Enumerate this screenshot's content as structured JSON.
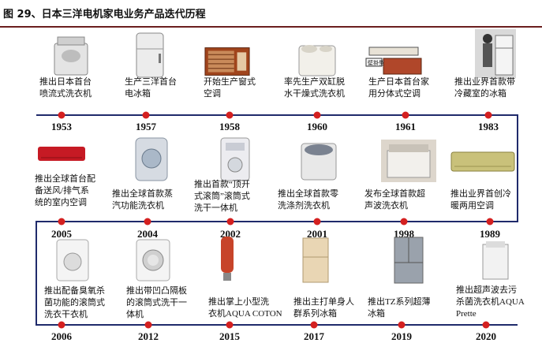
{
  "figure": {
    "title": "图 29、日本三洋电机家电业务产品迭代历程"
  },
  "row1": [
    {
      "year": "1953",
      "desc": "推出日本首台\n喷流式洗衣机",
      "icon": "washer-icon"
    },
    {
      "year": "1957",
      "desc": "生产三洋首台\n电冰箱",
      "icon": "fridge-icon"
    },
    {
      "year": "1958",
      "desc": "开始生产窗式\n空调",
      "icon": "window-ac-icon"
    },
    {
      "year": "1960",
      "desc": "率先生产双缸脱\n水干燥式洗衣机",
      "icon": "twin-tub-icon"
    },
    {
      "year": "1961",
      "desc": "生产日本首台家\n用分体式空调",
      "icon": "split-ac-icon",
      "tag": "壁掛型"
    },
    {
      "year": "1983",
      "desc": "推出业界首款带\n冷藏室的冰箱",
      "icon": "photo-fridge-icon"
    }
  ],
  "row2": [
    {
      "year": "2005",
      "desc": "推出全球首台配\n备送风/排气系\n统的室内空调",
      "icon": "red-ac-icon"
    },
    {
      "year": "2004",
      "desc": "推出全球首款蒸\n汽功能洗衣机",
      "icon": "steam-washer-icon"
    },
    {
      "year": "2002",
      "desc": "推出首款“顶开\n式滚筒”滚筒式\n洗干一体机",
      "icon": "top-drum-icon"
    },
    {
      "year": "2001",
      "desc": "推出全球首款零\n洗涤剂洗衣机",
      "icon": "zero-detergent-icon"
    },
    {
      "year": "1998",
      "desc": "发布全球首款超\n声波洗衣机",
      "icon": "ultrasonic-washer-icon"
    },
    {
      "year": "1989",
      "desc": "推出业界首创冷\n暖两用空调",
      "icon": "dual-ac-icon"
    }
  ],
  "row3": [
    {
      "year": "2006",
      "desc": "推出配备臭氧杀\n菌功能的滚筒式\n洗衣干衣机",
      "icon": "ozone-drum-icon"
    },
    {
      "year": "2012",
      "desc": "推出带凹凸隔板\n的滚筒式洗干一\n体机",
      "icon": "drum-washer-icon"
    },
    {
      "year": "2015",
      "desc": "推出掌上小型洗\n衣机AQUA COTON",
      "icon": "handheld-washer-icon"
    },
    {
      "year": "2017",
      "desc": "推出主打单身人\n群系列冰箱",
      "icon": "single-fridge-icon"
    },
    {
      "year": "2019",
      "desc": "推出TZ系列超薄\n冰箱",
      "icon": "slim-fridge-icon"
    },
    {
      "year": "2020",
      "desc": "推出超声波去污\n杀菌洗衣机AQUA\nPrette",
      "icon": "aqua-prette-icon"
    }
  ],
  "colors": {
    "line": "#1f2a6b",
    "dot": "#d42020",
    "rule": "#6b1e1e"
  }
}
